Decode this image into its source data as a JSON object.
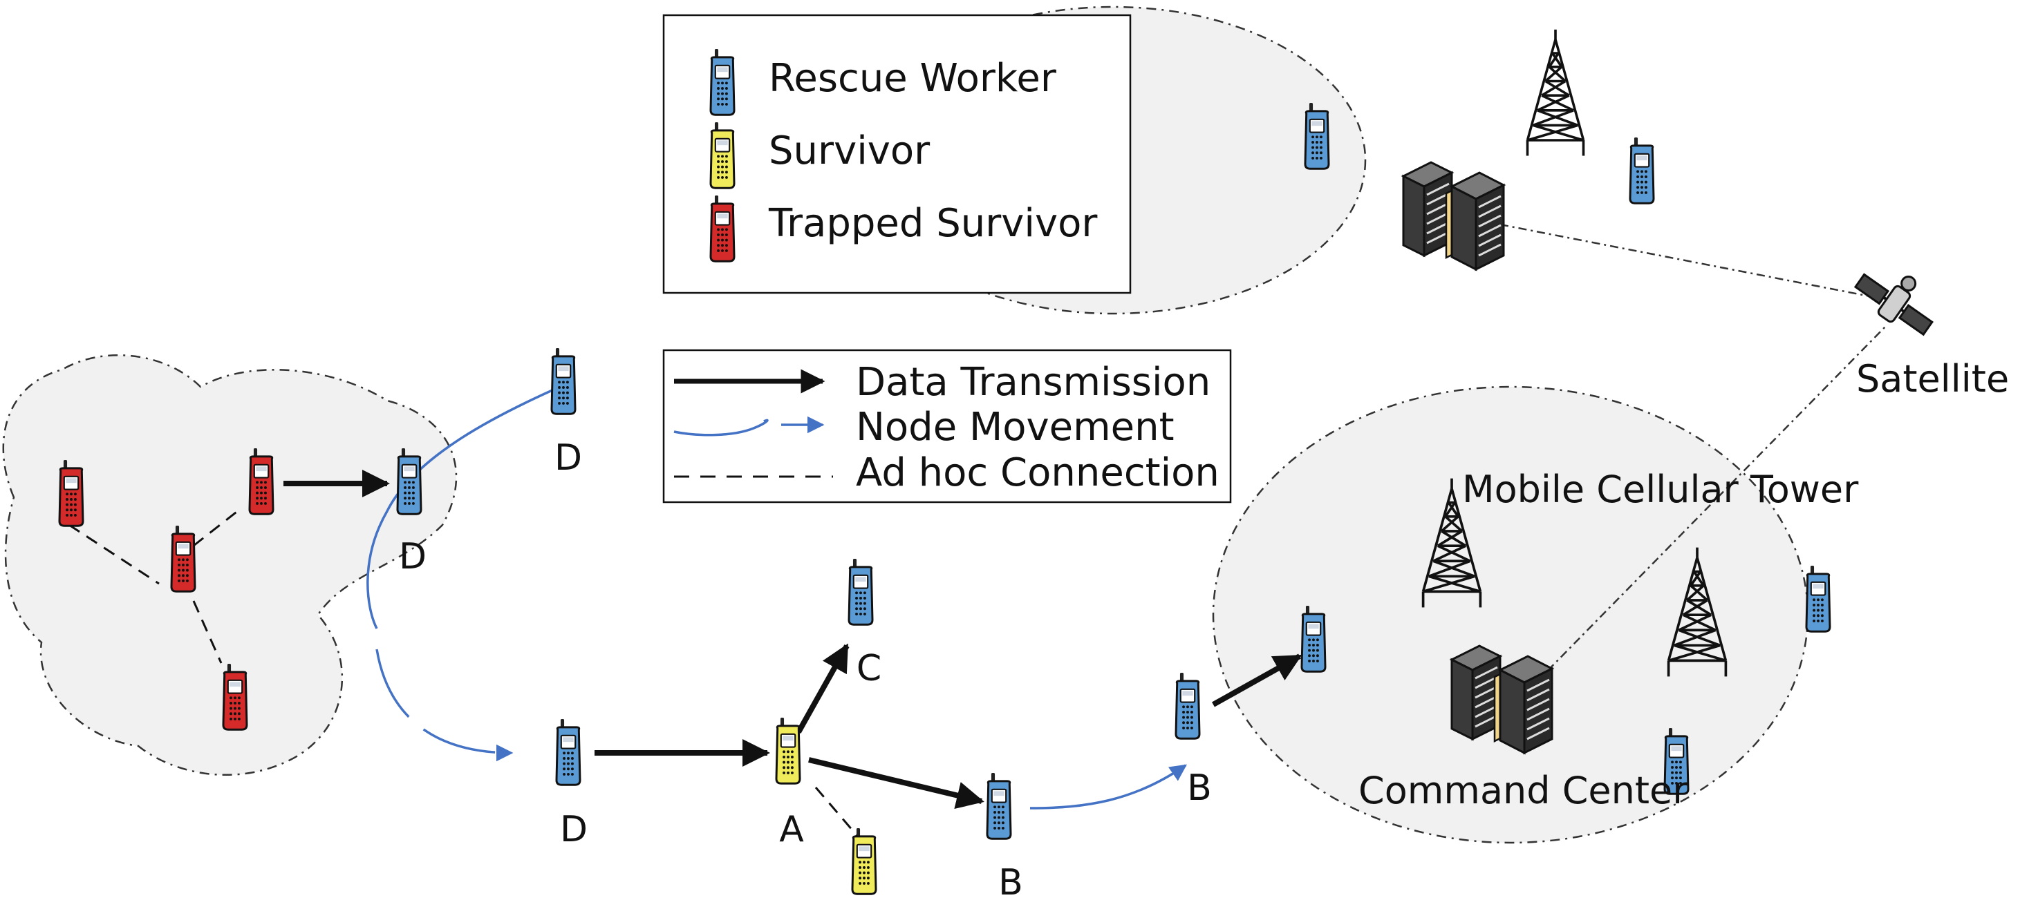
{
  "legend_nodes": {
    "rescue_worker": "Rescue Worker",
    "survivor": "Survivor",
    "trapped_survivor": "Trapped Survivor"
  },
  "legend_links": {
    "data_transmission": "Data Transmission",
    "node_movement": "Node Movement",
    "adhoc_connection": "Ad hoc Connection"
  },
  "node_labels": {
    "d_top": "D",
    "d_cluster": "D",
    "d_bottom": "D",
    "a": "A",
    "b_bottom": "B",
    "b_mid": "B",
    "c": "C"
  },
  "infrastructure_labels": {
    "satellite": "Satellite",
    "mobile_cellular_tower": "Mobile Cellular Tower",
    "command_center": "Command Center"
  },
  "colors": {
    "rescue_worker": "#5b9bd5",
    "survivor": "#f0eb5a",
    "trapped_survivor": "#d42a2a",
    "movement": "#4472c4",
    "zone_fill": "#f1f1f1"
  },
  "icons": {
    "node": "mobile-phone-icon",
    "tower": "cell-tower-icon",
    "server": "server-rack-icon",
    "satellite": "satellite-icon"
  }
}
